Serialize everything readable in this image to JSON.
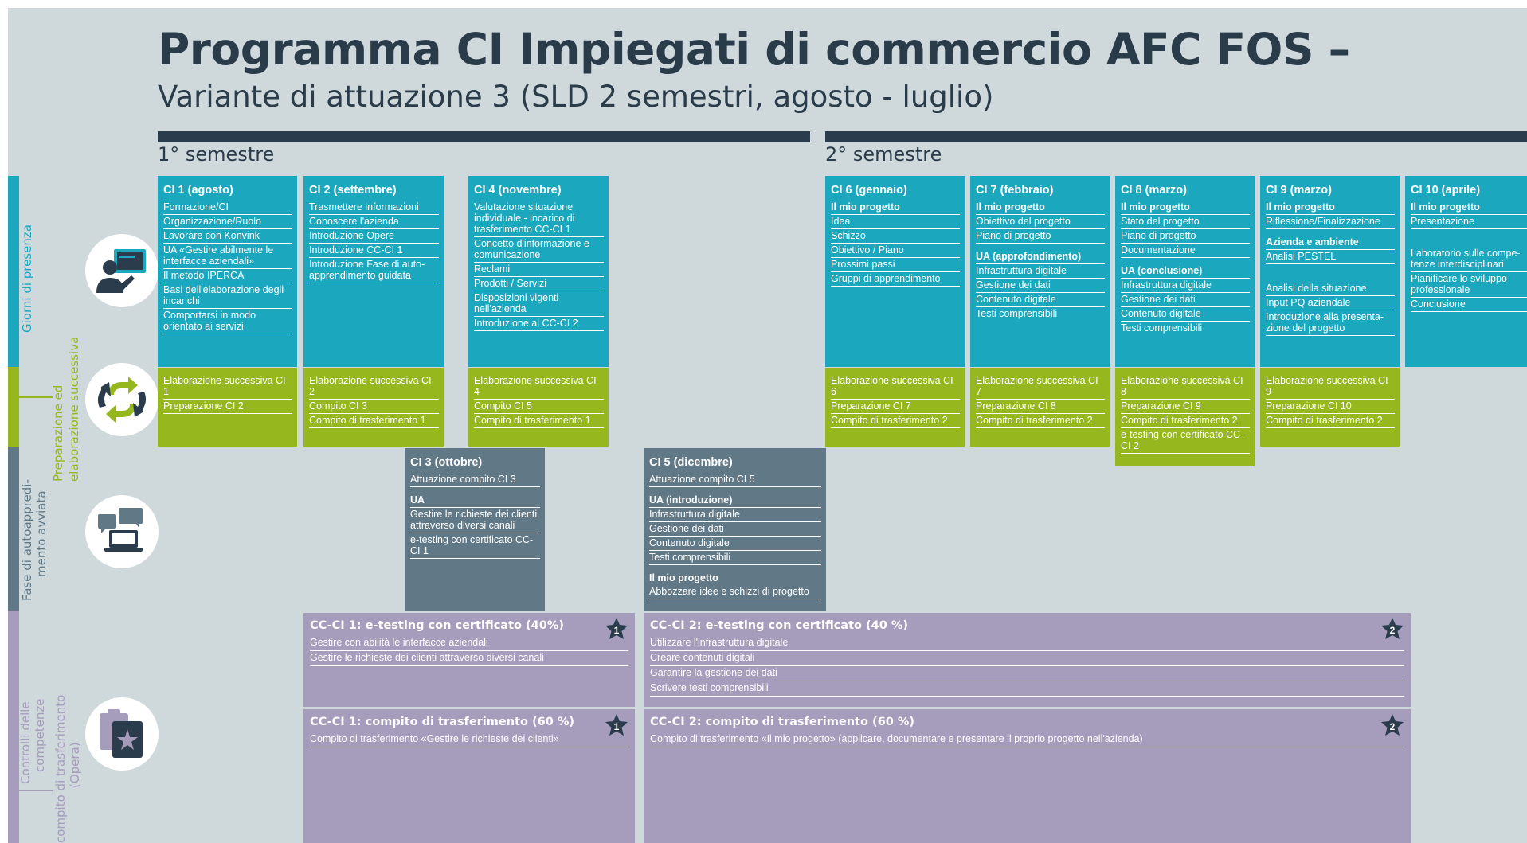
{
  "header": {
    "title": "Programma CI Impiegati di commercio AFC FOS –",
    "subtitle": "Variante di attuazione 3 (SLD 2 semestri, agosto - luglio)"
  },
  "semesters": [
    "1° semestre",
    "2° semestre"
  ],
  "side_labels": {
    "presence": "Giorni di presenza",
    "prep_line1": "Preparazione ed",
    "prep_line2": "elaborazione successiva",
    "self_line1": "Fase di autoappredi-",
    "self_line2": "mento avviata",
    "controls_line1": "Controlli delle",
    "controls_line2": "competenze",
    "transfer_line1": "compito di trasferimento",
    "transfer_line2": "(Opera)"
  },
  "ci_boxes": [
    {
      "title": "CI 1 (agosto)",
      "items": [
        "Formazione/CI",
        "Organizzazione/Ruolo",
        "Lavorare con Konvink",
        "UA «Gestire abilmente le interfacce aziendali»",
        "Il metodo IPERCA",
        "Basi dell'elaborazione degli incarichi",
        "Comportarsi in modo orientato ai servizi"
      ]
    },
    {
      "title": "CI 2 (settembre)",
      "items": [
        "Trasmettere informazioni",
        "Conoscere l'azienda",
        "Introduzione Opere",
        "Introduzione CC-CI 1",
        "Introduzione Fase di auto-apprendimento guidata"
      ]
    },
    {
      "title": "CI 4 (novembre)",
      "items": [
        "Valutazione situazione individuale - incarico di trasferimento CC-CI 1",
        "Concetto d'informazione e comunicazione",
        "Reclami",
        "Prodotti / Servizi",
        "Disposizioni vigenti nell'azienda",
        "Introduzione al CC-CI 2"
      ]
    },
    {
      "title": "CI 6 (gennaio)",
      "items": [
        "Il mio progetto",
        "Idea",
        "Schizzo",
        "Obiettivo / Piano",
        "Prossimi passi",
        "Gruppi di apprendimento"
      ]
    },
    {
      "title": "CI 7 (febbraio)",
      "items": [
        "Il mio progetto",
        "Obiettivo del progetto",
        "Piano di progetto",
        "UA (approfondimento)",
        "Infrastruttura digitale",
        "Gestione dei dati",
        "Contenuto digitale",
        "Testi comprensibili"
      ]
    },
    {
      "title": "CI 8 (marzo)",
      "items": [
        "Il mio progetto",
        "Stato del progetto",
        "Piano di progetto",
        "Documentazione",
        "UA (conclusione)",
        "Infrastruttura digitale",
        "Gestione dei dati",
        "Contenuto digitale",
        "Testi comprensibili"
      ]
    },
    {
      "title": "CI 9 (marzo)",
      "items": [
        "Il mio progetto",
        "Riflessione/Finalizzazione",
        "Azienda e ambiente",
        "Analisi PESTEL",
        "Analisi della situazione",
        "Input PQ aziendale",
        "Introduzione alla presenta-zione del progetto"
      ]
    },
    {
      "title": "CI 10 (aprile)",
      "items": [
        "Il mio progetto",
        "Presentazione",
        "Laboratorio sulle compe-tenze interdisciplinari",
        "Pianificare lo sviluppo professionale",
        "Conclusione"
      ]
    }
  ],
  "prep_boxes": [
    [
      "Elaborazione successiva CI 1",
      "Preparazione CI 2"
    ],
    [
      "Elaborazione successiva CI 2",
      "Compito CI 3",
      "Compito di trasferimento 1"
    ],
    [
      "Elaborazione successiva CI 4",
      "Compito CI 5",
      "Compito di trasferimento 1"
    ],
    [
      "Elaborazione successiva CI 6",
      "Preparazione CI 7",
      "Compito di trasferimento 2"
    ],
    [
      "Elaborazione successiva CI 7",
      "Preparazione CI 8",
      "Compito di trasferimento 2"
    ],
    [
      "Elaborazione successiva CI 8",
      "Preparazione CI 9",
      "Compito di trasferimento 2",
      "e-testing con certificato CC-CI 2"
    ],
    [
      "Elaborazione successiva CI 9",
      "Preparazione CI 10",
      "Compito di trasferimento 2"
    ]
  ],
  "self_boxes": [
    {
      "title": "CI 3 (ottobre)",
      "items": [
        "Attuazione compito CI 3",
        "UA",
        "Gestire le richieste dei clienti attraverso diversi canali",
        "e-testing con certificato CC-CI 1"
      ]
    },
    {
      "title": "CI 5 (dicembre)",
      "items": [
        "Attuazione compito CI 5",
        "UA (introduzione)",
        "Infrastruttura digitale",
        "Gestione dei dati",
        "Contenuto digitale",
        "Testi comprensibili",
        "Il mio progetto",
        "Abbozzare idee e schizzi di progetto"
      ]
    }
  ],
  "control_boxes": [
    {
      "title": "CC-CI 1: e-testing con certificato (40%)",
      "badge": "1",
      "items": [
        "Gestire con abilità le interfacce aziendali",
        "Gestire le richieste dei clienti attraverso diversi canali"
      ]
    },
    {
      "title": "CC-CI 2: e-testing con certificato (40 %)",
      "badge": "2",
      "items": [
        "Utilizzare l'infrastruttura digitale",
        "Creare contenuti digitali",
        "Garantire la gestione dei dati",
        "Scrivere testi comprensibili"
      ]
    },
    {
      "title": "CC-CI 1: compito di trasferimento (60 %)",
      "badge": "1",
      "items": [
        "Compito di trasferimento «Gestire le richieste dei clienti»"
      ]
    },
    {
      "title": "CC-CI 2: compito di trasferimento (60 %)",
      "badge": "2",
      "items": [
        "Compito di trasferimento «Il mio progetto» (applicare, documentare e presentare il proprio progetto nell'azienda)"
      ]
    }
  ],
  "colors": {
    "background": "#cfd8db",
    "title": "#2a3b4a",
    "presence": "#1ba8bf",
    "prep": "#96b71e",
    "self_learning": "#617987",
    "controls": "#a69cbc"
  },
  "icons": [
    "presentation-icon",
    "cycle-arrows-icon",
    "computer-chat-icon",
    "clipboard-star-icon",
    "star-badge-icon"
  ]
}
